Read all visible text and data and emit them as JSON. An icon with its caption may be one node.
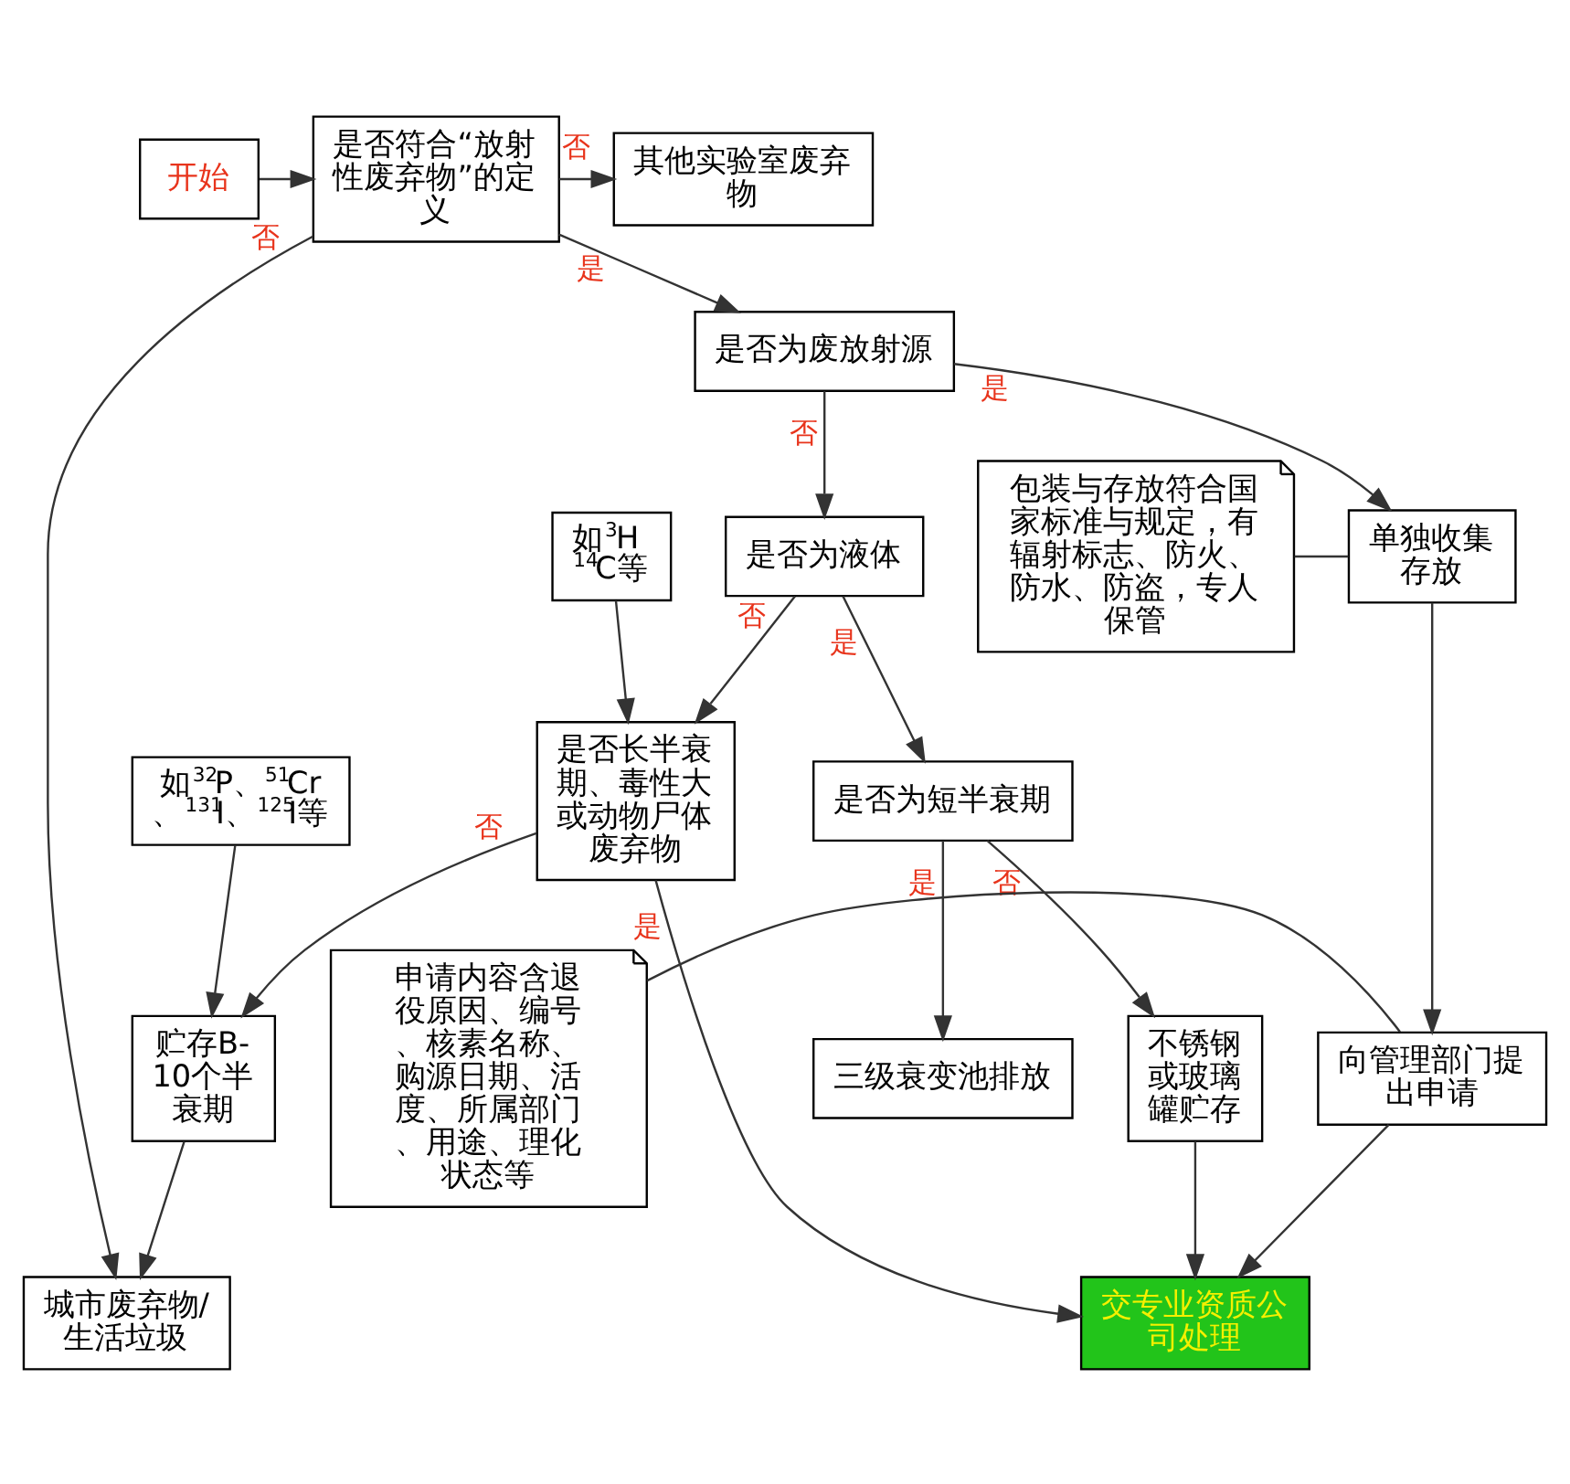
{
  "diagram": {
    "nodes": [
      {
        "text": [
          "其他实验室废弃物"
        ]
      },
      {
        "text": [
          "是否符合“放射性废弃物”的定义"
        ]
      },
      {
        "text": [
          "开始"
        ]
      },
      {
        "text": [
          "城市废弃物/生活垃圾"
        ]
      },
      {
        "text": [
          "是否为废放射源"
        ]
      },
      {
        "text": [
          "单独收集存放"
        ]
      },
      {
        "text": [
          "包装与存放符合国家标准与规定，有辐射标志、防火、防水、防盗，专人保管"
        ]
      },
      {
        "text": [
          "贮存B-10个半衰期"
        ]
      },
      {
        "text": [
          "是否长半衰期、毒性大或动物尸体废弃物"
        ]
      },
      {
        "text": [
          "是否为液体"
        ]
      },
      {
        "text": [
          "如$^{32}$P、$^{51}$Cr、$^{131}$I、$^{125}$I等"
        ]
      },
      {
        "text": [
          "如$^{3}$H $^{14}$C等"
        ]
      },
      {
        "text": [
          "是否为短半衰期"
        ]
      },
      {
        "text": [
          "不锈钢或玻璃罐贮存"
        ]
      },
      {
        "text": [
          "三级衰变池排放"
        ]
      },
      {
        "text": [
          "向管理部门提出申请"
        ]
      },
      {
        "text": [
          "申请内容含退役原因、编号、核素名称、购源日期、活度、所属部门、用途、理化状态等"
        ]
      },
      {
        "text": [
          "交专业资质公司处理"
        ]
      }
    ],
    "edges": [
      {
        "from": 1,
        "to": 0,
        "arrow": "to",
        "label": "否"
      },
      {
        "from": 1,
        "to": 3,
        "arrow": "to",
        "label": "否"
      },
      {
        "from": 1,
        "to": 4,
        "arrow": "to",
        "label": "是"
      },
      {
        "from": 2,
        "to": 1,
        "arrow": "to"
      },
      {
        "from": 4,
        "to": 5,
        "arrow": "to",
        "label": "是"
      },
      {
        "from": 4,
        "to": 9,
        "arrow": "to",
        "label": "否"
      },
      {
        "from": 5,
        "to": 15,
        "arrow": "to"
      },
      {
        "from": 6,
        "to": 5,
        "arrow": "none"
      },
      {
        "from": 7,
        "to": 3,
        "arrow": "to"
      },
      {
        "from": 8,
        "to": 7,
        "arrow": "to",
        "label": "否"
      },
      {
        "from": 8,
        "to": 17,
        "arrow": "to",
        "label": "是"
      },
      {
        "from": 9,
        "to": 8,
        "arrow": "to",
        "label": "否"
      },
      {
        "from": 9,
        "to": 12,
        "arrow": "to",
        "label": "是"
      },
      {
        "from": 10,
        "to": 7,
        "arrow": "to"
      },
      {
        "from": 11,
        "to": 8,
        "arrow": "to"
      },
      {
        "from": 12,
        "to": 13,
        "arrow": "to",
        "label": "否"
      },
      {
        "from": 12,
        "to": 14,
        "arrow": "to",
        "label": "是"
      },
      {
        "from": 13,
        "to": 17,
        "arrow": "to"
      },
      {
        "from": 15,
        "to": 17,
        "arrow": "to"
      },
      {
        "from": 16,
        "to": 15,
        "arrow": "none"
      }
    ]
  }
}
